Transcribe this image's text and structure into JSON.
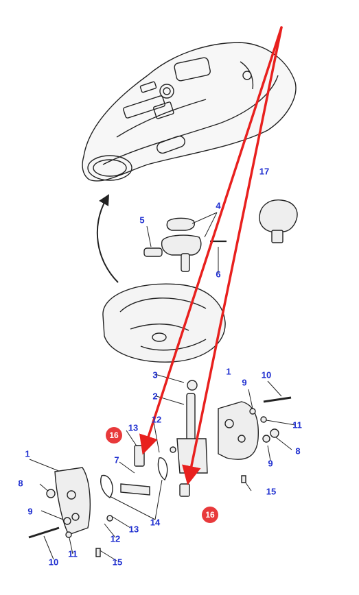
{
  "diagram": {
    "callouts": {
      "p1_top": "1",
      "p1_bottom": "1",
      "p2": "2",
      "p3": "3",
      "p4": "4",
      "p5": "5",
      "p6": "6",
      "p7": "7",
      "p8_right": "8",
      "p8_left": "8",
      "p9_right_top": "9",
      "p9_right_bottom": "9",
      "p9_left": "9",
      "p10_top": "10",
      "p10_bottom": "10",
      "p11_right": "11",
      "p11_left": "11",
      "p12_top": "12",
      "p12_bottom": "12",
      "p13_top": "13",
      "p13_bottom": "13",
      "p14": "14",
      "p15_right": "15",
      "p15_left": "15",
      "p16_left": "16",
      "p16_right": "16",
      "p17": "17"
    },
    "colors": {
      "callout_text": "#1f2fd0",
      "highlight_arrow": "#e8201e",
      "highlight_badge": "#e8393b",
      "line_art": "#222222"
    }
  }
}
